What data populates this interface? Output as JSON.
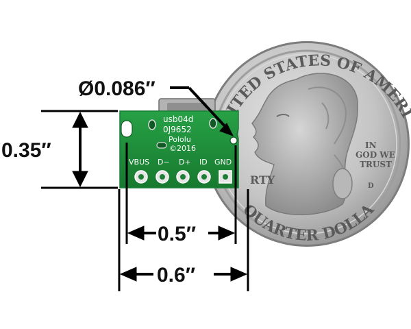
{
  "dimensions": {
    "hole_diameter": "Ø0.086″",
    "height": "0.35″",
    "hole_spacing": "0.5″",
    "width": "0.6″"
  },
  "board": {
    "part_number": "usb04d",
    "board_code": "0J9652",
    "brand": "Pololu",
    "copyright": "©2016",
    "pin_labels": [
      "VBUS",
      "D−",
      "D+",
      "ID",
      "GND"
    ]
  },
  "coin": {
    "top_legend": "UNITED STATES OF AMERICA",
    "bottom_legend": "QUARTER DOLLAR",
    "motto": [
      "IN",
      "GOD WE",
      "TRUST"
    ],
    "liberty": "RTY",
    "mint_mark": "D"
  },
  "colors": {
    "pcb": "#1f8f3a",
    "coin": "#c9c9c9",
    "connector": "#b5b5b5",
    "dimension_lines": "#000000"
  }
}
